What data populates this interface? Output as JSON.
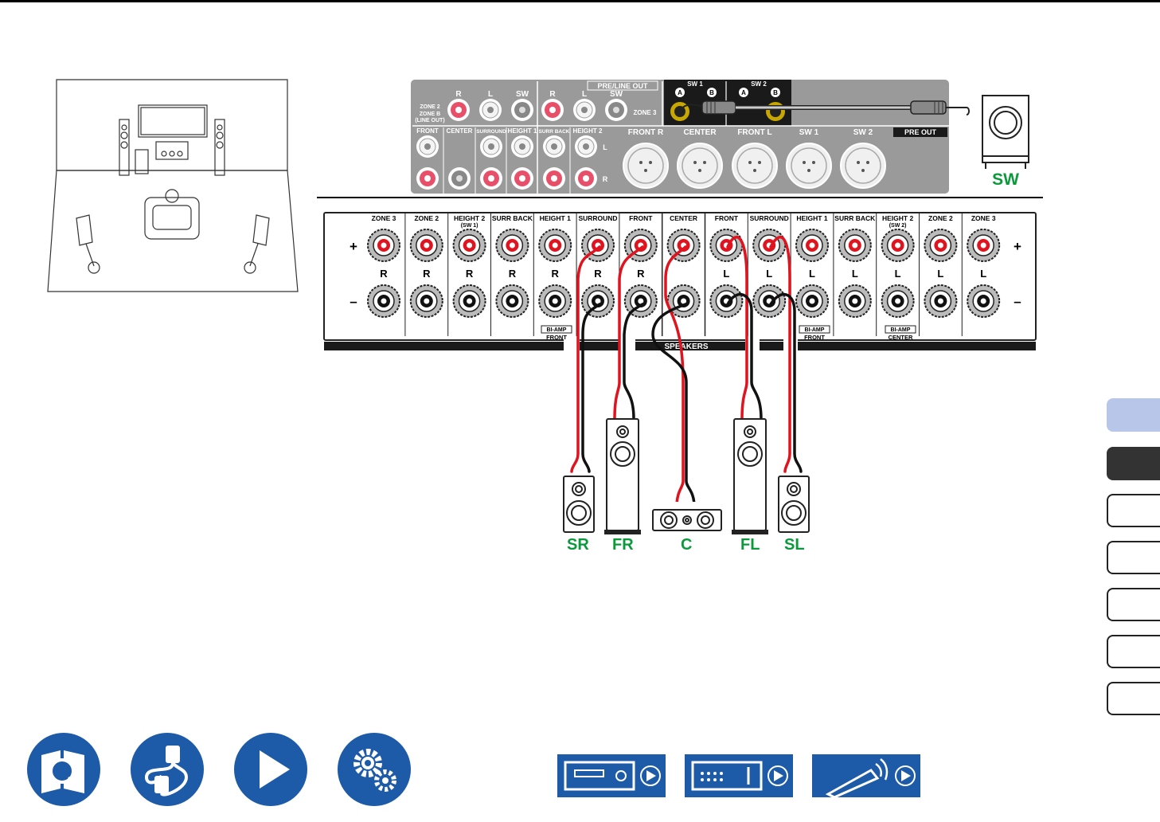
{
  "rear_panel": {
    "pre_line_out_label": "PRE/LINE OUT",
    "zone2_label": "ZONE 2",
    "zoneb_label": "ZONE B",
    "line_out_label": "(LINE OUT)",
    "zone3_label": "ZONE 3",
    "pre_r": "R",
    "pre_l": "L",
    "pre_sw": "SW",
    "z3_r": "R",
    "z3_l": "L",
    "z3_sw": "SW",
    "row2_labels": [
      "FRONT",
      "CENTER",
      "SURROUND",
      "HEIGHT 1",
      "SURR BACK",
      "HEIGHT 2"
    ],
    "row2_l": "L",
    "row2_r": "R",
    "sw1_top": "SW 1",
    "sw2_top": "SW 2",
    "port_a": "A",
    "port_b": "B",
    "xlr_labels": [
      "FRONT R",
      "CENTER",
      "FRONT L",
      "SW 1",
      "SW 2"
    ],
    "pre_out_label": "PRE OUT"
  },
  "subwoofer_label": "SW",
  "speaker_panel": {
    "channels": [
      {
        "name": "ZONE 3",
        "side": "R"
      },
      {
        "name": "ZONE 2",
        "side": "R"
      },
      {
        "name": "HEIGHT 2",
        "sub": "(SW 1)",
        "side": "R"
      },
      {
        "name": "SURR BACK",
        "side": "R"
      },
      {
        "name": "HEIGHT 1",
        "side": "R"
      },
      {
        "name": "SURROUND",
        "side": "R"
      },
      {
        "name": "FRONT",
        "side": "R"
      },
      {
        "name": "CENTER",
        "side": ""
      },
      {
        "name": "FRONT",
        "side": "L"
      },
      {
        "name": "SURROUND",
        "side": "L"
      },
      {
        "name": "HEIGHT 1",
        "side": "L"
      },
      {
        "name": "SURR BACK",
        "side": "L"
      },
      {
        "name": "HEIGHT 2",
        "sub": "(SW 2)",
        "side": "L"
      },
      {
        "name": "ZONE 2",
        "side": "L"
      },
      {
        "name": "ZONE 3",
        "side": "L"
      }
    ],
    "plus": "+",
    "minus": "–",
    "speakers_label": "SPEAKERS",
    "biamp_label": "BI-AMP",
    "biamp_front_left": "FRONT",
    "biamp_front_right": "FRONT",
    "biamp_center": "CENTER"
  },
  "speakers": {
    "sr": "SR",
    "fr": "FR",
    "c": "C",
    "fl": "FL",
    "sl": "SL"
  },
  "colors": {
    "label_green": "#0a9a3c",
    "nav_blue": "#1d5aa8",
    "wire_red": "#e0141e",
    "tab_light": "#b8c6ea",
    "tab_dark": "#333333"
  },
  "nav_icons": [
    "manual-icon",
    "connection-icon",
    "play-icon",
    "settings-icon"
  ],
  "nav_right_icons": [
    "front-panel-icon",
    "rear-panel-icon",
    "remote-icon"
  ]
}
